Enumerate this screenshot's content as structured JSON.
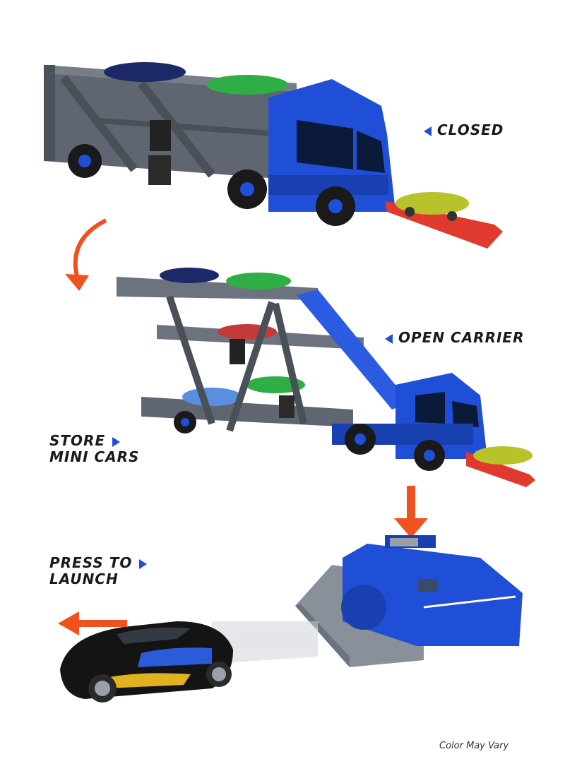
{
  "labels": {
    "closed": "CLOSED",
    "open_carrier": "OPEN CARRIER",
    "store_line1": "STORE",
    "store_line2": "MINI CARS",
    "press_line1": "PRESS TO",
    "press_line2": "LAUNCH"
  },
  "footnote": "Color May Vary",
  "colors": {
    "truck_blue": "#1f4fd6",
    "carrier_gray": "#5f6672",
    "arrow_orange": "#f0521f",
    "ramp_red": "#e03a2e",
    "pointer_blue": "#1f4fd6"
  },
  "icons": {
    "closed_pointer": "triangle-left-icon",
    "open_pointer": "triangle-left-icon",
    "store_pointer": "triangle-right-icon",
    "press_pointer": "triangle-right-icon"
  }
}
